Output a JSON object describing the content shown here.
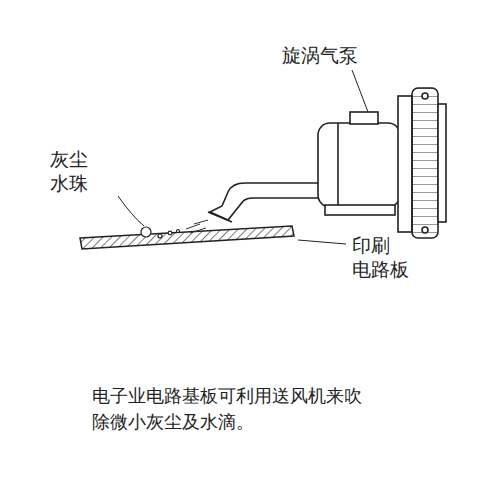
{
  "diagram": {
    "caption": "电子业电路基板可利用送风机来吹除微小灰尘及水滴。",
    "labels": [
      "旋涡气泵",
      "灰尘 水珠",
      "印刷 电路板"
    ]
  }
}
